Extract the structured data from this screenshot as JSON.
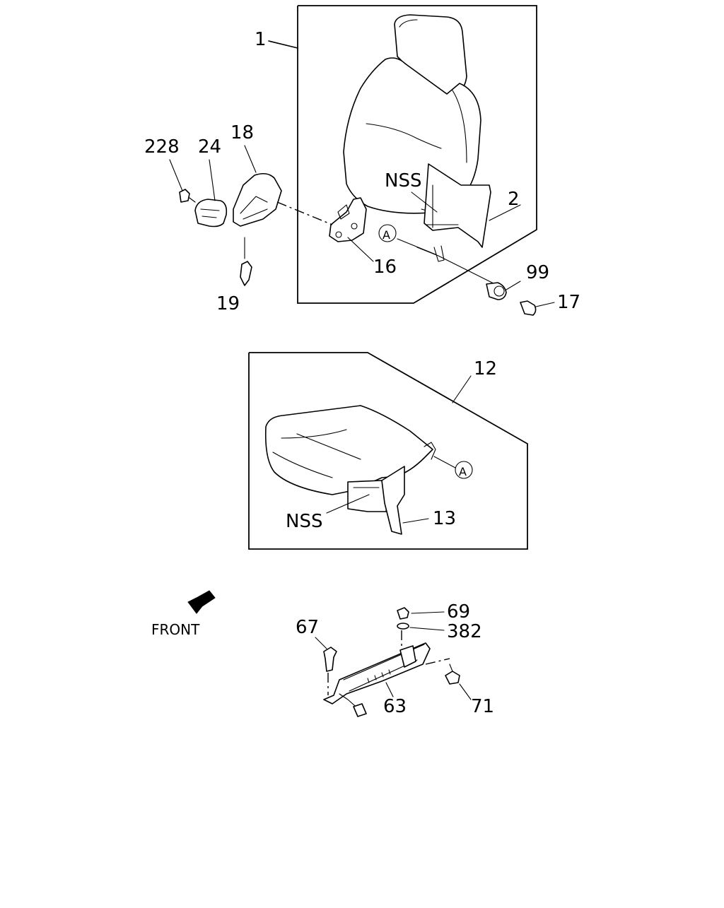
{
  "labels": {
    "p1": "1",
    "p2": "2",
    "p228": "228",
    "p24": "24",
    "p18": "18",
    "p16": "16",
    "p19": "19",
    "p99": "99",
    "p17": "17",
    "nss_top": "NSS",
    "ref_a_top": "A",
    "p12": "12",
    "p13": "13",
    "nss_bottom": "NSS",
    "ref_a_bottom": "A",
    "front": "FRONT",
    "p69": "69",
    "p382": "382",
    "p67": "67",
    "p63": "63",
    "p71": "71"
  }
}
